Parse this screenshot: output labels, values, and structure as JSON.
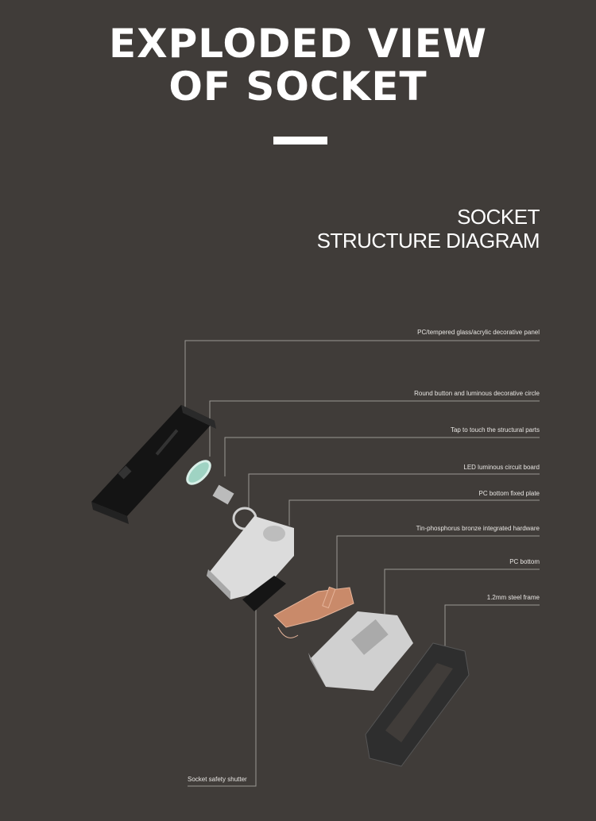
{
  "title": {
    "line1": "EXPLODED VIEW",
    "line2": "OF SOCKET"
  },
  "subtitle": {
    "line1": "SOCKET",
    "line2": "STRUCTURE  DIAGRAM"
  },
  "labels": [
    "PC/tempered glass/acrylic decorative panel",
    "Round button and luminous decorative circle",
    "Tap to touch the structural parts",
    "LED luminous circuit board",
    "PC bottom fixed plate",
    "Tin-phosphorus bronze integrated hardware",
    "PC bottom",
    "1.2mm steel frame"
  ],
  "shutter_label": "Socket safety shutter",
  "colors": {
    "background": "#403c39",
    "copper": "#c98a6a",
    "panel": "#111111",
    "plastic": "#d9d9d9"
  }
}
